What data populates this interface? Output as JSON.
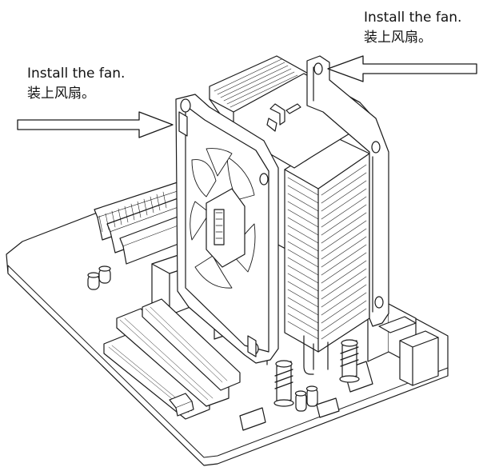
{
  "callouts": {
    "left": {
      "en": "Install the fan.",
      "zh": "装上风扇。"
    },
    "right": {
      "en": "Install the fan.",
      "zh": "装上风扇。"
    }
  },
  "colors": {
    "line": "#1a1a1a",
    "background": "#ffffff",
    "fill": "#ffffff"
  },
  "illustration": {
    "subject": "CPU tower cooler with two fans mounted on motherboard",
    "icons": [
      "arrow-right-icon",
      "arrow-left-icon",
      "fan-blade-icon",
      "brand-logo-icon"
    ]
  }
}
